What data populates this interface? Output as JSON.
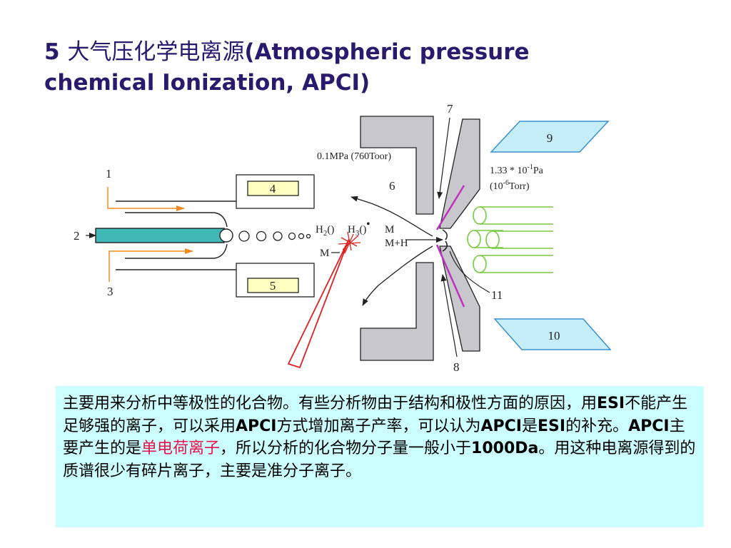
{
  "title": {
    "line1_num": "5 ",
    "line1_zh": "大气压化学电离源",
    "line1_en": "(Atmospheric pressure",
    "line2": "chemical Ionization, APCI)"
  },
  "diagram": {
    "labels": {
      "n1": "1",
      "n2": "2",
      "n3": "3",
      "n4": "4",
      "n5": "5",
      "n6": "6",
      "n7": "7",
      "n8": "8",
      "n9": "9",
      "n10": "10",
      "n11": "11",
      "pressure_left": "0.1MPa (760Toor)",
      "pressure_right_1": "1.33 * 10",
      "pressure_right_1_exp": "-1",
      "pressure_right_1_unit": "Pa",
      "pressure_right_2_open": "(10",
      "pressure_right_2_exp": "-6",
      "pressure_right_2_unit": "Torr)",
      "h2o": "H",
      "h2o_sub": "2",
      "h2o_tail": "()",
      "h3o": "H",
      "h3o_sub": "3",
      "h3o_tail": "()",
      "h3o_sup": "•",
      "m_right": "M",
      "mh": "M+H",
      "m_left": "M"
    },
    "colors": {
      "dark_text": "#222222",
      "orange_arrow": "#f08a1e",
      "capillary": "#40b8b8",
      "slit_grey": "#c8c8cc",
      "magenta": "#c030c0",
      "green_lens": "#7ac942",
      "blue_plate": "#c6eef8",
      "red_needle": "#e02020",
      "label_box": "#ffffc0"
    }
  },
  "textbox": {
    "seg1": "主要用来分析中等极性的化合物。有些分析物由于结构和极性方面的原因，用",
    "esi1": "ESI",
    "seg2": "不能产生足够强的离子，可以采用",
    "apci1": "APCI",
    "seg3": "方式增加离子产率，可以认为",
    "apci2": "APCI",
    "seg4": "是",
    "esi2": "ESI",
    "seg5": "的补充。",
    "apci3": "APCI",
    "seg6": "主要产生的是",
    "red": "单电荷离子",
    "seg7": "，所以分析的化合物分子量一般小于",
    "mass": "1000Da",
    "seg8": "。用这种电离源得到的质谱很少有碎片离子，主要是准分子离子。"
  }
}
